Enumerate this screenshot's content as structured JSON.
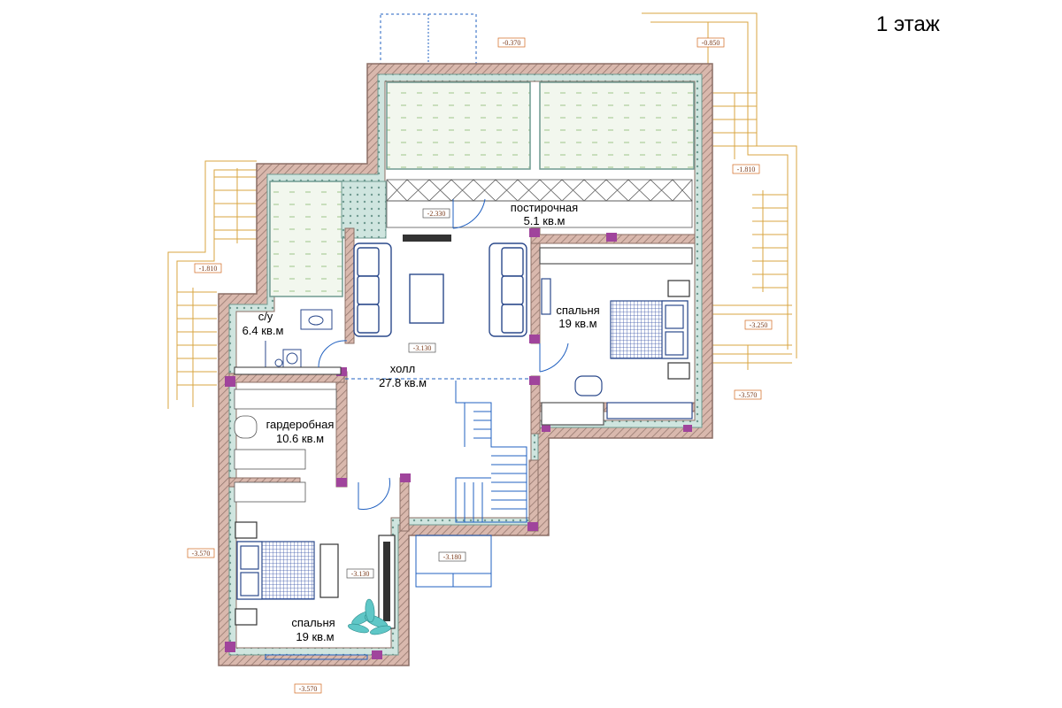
{
  "floor_title": "1 этаж",
  "rooms": [
    {
      "name": "постирочная",
      "area": "5.1 кв.м"
    },
    {
      "name": "спальня",
      "area": "19 кв.м"
    },
    {
      "name": "с/у",
      "area": "6.4 кв.м"
    },
    {
      "name": "холл",
      "area": "27.8 кв.м"
    },
    {
      "name": "гардеробная",
      "area": "10.6 кв.м"
    },
    {
      "name": "спальня",
      "area": "19 кв.м"
    }
  ],
  "levels": [
    "-0.370",
    "-0.850",
    "-1.810",
    "-2.330",
    "-1.810",
    "-3.130",
    "-3.250",
    "-3.570",
    "-3.570",
    "-3.130",
    "-3.180",
    "-3.570"
  ],
  "colors": {
    "wall": "#a9857a",
    "wall_outer": "#8c6f66",
    "insulation": "#b9d6cf",
    "bed_blue": "#3a55a8",
    "furniture": "#2c4a8c",
    "partition": "#a0449c",
    "stairs": "#d9a640",
    "level_border": "#d2691e",
    "pool_green": "#c8e6b4",
    "door": "#2060c0"
  }
}
